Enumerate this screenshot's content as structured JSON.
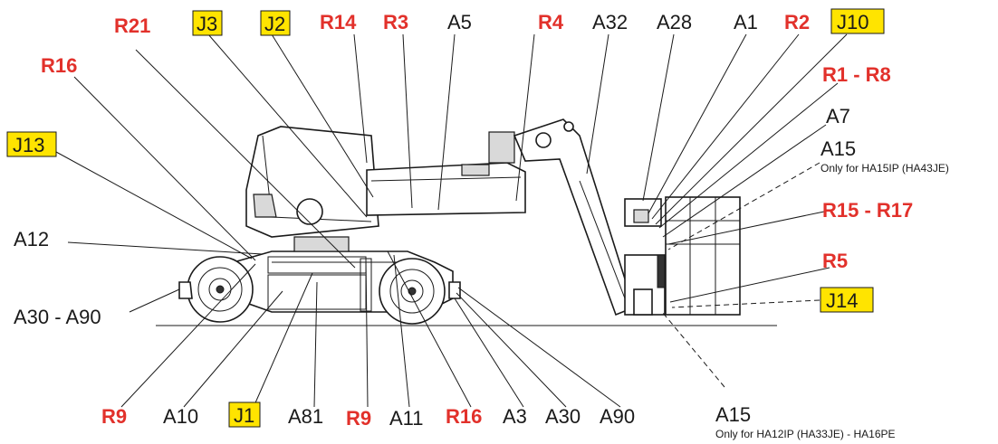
{
  "labels": {
    "r21": "R21",
    "j3": "J3",
    "j2": "J2",
    "r14": "R14",
    "r3": "R3",
    "a5": "A5",
    "r4": "R4",
    "a32": "A32",
    "a28": "A28",
    "a1": "A1",
    "r2": "R2",
    "j10": "J10",
    "r16_top": "R16",
    "r1_r8": "R1 - R8",
    "a7": "A7",
    "j13": "J13",
    "a15_top": "A15",
    "a15_top_note": "Only for HA15IP (HA43JE)",
    "r15_r17": "R15 - R17",
    "a12": "A12",
    "r5": "R5",
    "j14": "J14",
    "a30_a90": "A30 - A90",
    "r9_left": "R9",
    "a10": "A10",
    "j1": "J1",
    "a81": "A81",
    "r9_mid": "R9",
    "a11": "A11",
    "r16_bottom": "R16",
    "a3": "A3",
    "a30": "A30",
    "a90": "A90",
    "a15_bottom": "A15",
    "a15_bottom_note": "Only for HA12IP (HA33JE) - HA16PE"
  },
  "colors": {
    "red_label": "#e2312b",
    "highlight_box": "#ffe400",
    "line": "#1a1a1a"
  }
}
